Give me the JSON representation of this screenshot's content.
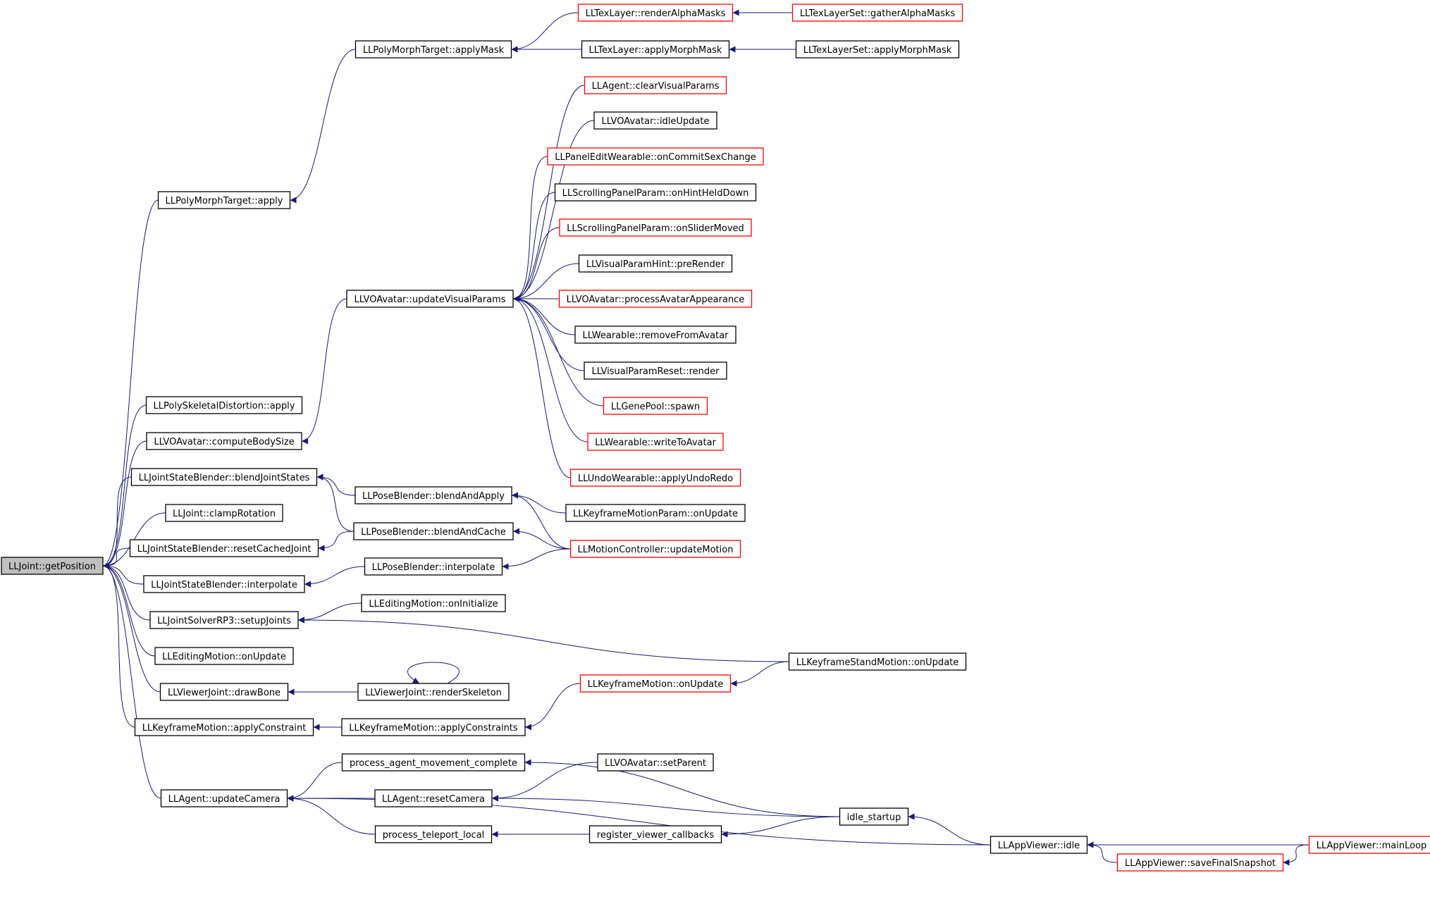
{
  "colors": {
    "edge": "#191970",
    "border_normal": "#000000",
    "border_truncated": "#ff0000",
    "focus_fill": "#c0c0c0",
    "node_fill": "#ffffff"
  },
  "nodes": [
    {
      "id": "getPosition",
      "label": "LLJoint::getPosition",
      "focus": true
    },
    {
      "id": "pmtApply",
      "label": "LLPolyMorphTarget::apply"
    },
    {
      "id": "pmtApplyMask",
      "label": "LLPolyMorphTarget::applyMask"
    },
    {
      "id": "tlRenderAlpha",
      "label": "LLTexLayer::renderAlphaMasks",
      "truncated": true
    },
    {
      "id": "tlsGatherAlpha",
      "label": "LLTexLayerSet::gatherAlphaMasks",
      "truncated": true
    },
    {
      "id": "tlApplyMorph",
      "label": "LLTexLayer::applyMorphMask"
    },
    {
      "id": "tlsApplyMorph",
      "label": "LLTexLayerSet::applyMorphMask"
    },
    {
      "id": "agentClearVP",
      "label": "LLAgent::clearVisualParams",
      "truncated": true
    },
    {
      "id": "voIdle",
      "label": "LLVOAvatar::idleUpdate"
    },
    {
      "id": "pewSex",
      "label": "LLPanelEditWearable::onCommitSexChange",
      "truncated": true
    },
    {
      "id": "spHint",
      "label": "LLScrollingPanelParam::onHintHeldDown"
    },
    {
      "id": "spSlider",
      "label": "LLScrollingPanelParam::onSliderMoved",
      "truncated": true
    },
    {
      "id": "vphPre",
      "label": "LLVisualParamHint::preRender"
    },
    {
      "id": "voUpdateVP",
      "label": "LLVOAvatar::updateVisualParams"
    },
    {
      "id": "voProcAppear",
      "label": "LLVOAvatar::processAvatarAppearance",
      "truncated": true
    },
    {
      "id": "wRemove",
      "label": "LLWearable::removeFromAvatar"
    },
    {
      "id": "vprRender",
      "label": "LLVisualParamReset::render"
    },
    {
      "id": "gpSpawn",
      "label": "LLGenePool::spawn",
      "truncated": true
    },
    {
      "id": "wWrite",
      "label": "LLWearable::writeToAvatar",
      "truncated": true
    },
    {
      "id": "uwUndo",
      "label": "LLUndoWearable::applyUndoRedo",
      "truncated": true
    },
    {
      "id": "psdApply",
      "label": "LLPolySkeletalDistortion::apply"
    },
    {
      "id": "voBodySize",
      "label": "LLVOAvatar::computeBodySize"
    },
    {
      "id": "jsbBlend",
      "label": "LLJointStateBlender::blendJointStates"
    },
    {
      "id": "pbBlendApply",
      "label": "LLPoseBlender::blendAndApply"
    },
    {
      "id": "kmpUpdate",
      "label": "LLKeyframeMotionParam::onUpdate"
    },
    {
      "id": "jClamp",
      "label": "LLJoint::clampRotation"
    },
    {
      "id": "jsbReset",
      "label": "LLJointStateBlender::resetCachedJoint"
    },
    {
      "id": "pbBlendCache",
      "label": "LLPoseBlender::blendAndCache"
    },
    {
      "id": "mcUpdate",
      "label": "LLMotionController::updateMotion",
      "truncated": true
    },
    {
      "id": "jsbInterp",
      "label": "LLJointStateBlender::interpolate"
    },
    {
      "id": "pbInterp",
      "label": "LLPoseBlender::interpolate"
    },
    {
      "id": "emInit",
      "label": "LLEditingMotion::onInitialize"
    },
    {
      "id": "jsSetup",
      "label": "LLJointSolverRP3::setupJoints"
    },
    {
      "id": "ksmUpdate",
      "label": "LLKeyframeStandMotion::onUpdate"
    },
    {
      "id": "emUpdate",
      "label": "LLEditingMotion::onUpdate"
    },
    {
      "id": "vjDraw",
      "label": "LLViewerJoint::drawBone"
    },
    {
      "id": "vjRender",
      "label": "LLViewerJoint::renderSkeleton"
    },
    {
      "id": "kmUpdate",
      "label": "LLKeyframeMotion::onUpdate",
      "truncated": true
    },
    {
      "id": "kmApplyC",
      "label": "LLKeyframeMotion::applyConstraint"
    },
    {
      "id": "kmApplyCs",
      "label": "LLKeyframeMotion::applyConstraints"
    },
    {
      "id": "procAgent",
      "label": "process_agent_movement_complete"
    },
    {
      "id": "voSetParent",
      "label": "LLVOAvatar::setParent"
    },
    {
      "id": "agentUpdCam",
      "label": "LLAgent::updateCamera"
    },
    {
      "id": "agentResetCam",
      "label": "LLAgent::resetCamera"
    },
    {
      "id": "idleStartup",
      "label": "idle_startup"
    },
    {
      "id": "procTeleport",
      "label": "process_teleport_local"
    },
    {
      "id": "regViewer",
      "label": "register_viewer_callbacks"
    },
    {
      "id": "avIdle",
      "label": "LLAppViewer::idle"
    },
    {
      "id": "avMainLoop",
      "label": "LLAppViewer::mainLoop",
      "truncated": true
    },
    {
      "id": "avSnapshot",
      "label": "LLAppViewer::saveFinalSnapshot",
      "truncated": true
    }
  ],
  "edges": [
    [
      "pmtApply",
      "getPosition"
    ],
    [
      "pmtApplyMask",
      "pmtApply"
    ],
    [
      "tlRenderAlpha",
      "pmtApplyMask"
    ],
    [
      "tlsGatherAlpha",
      "tlRenderAlpha"
    ],
    [
      "tlApplyMorph",
      "pmtApplyMask"
    ],
    [
      "tlsApplyMorph",
      "tlApplyMorph"
    ],
    [
      "agentClearVP",
      "voUpdateVP"
    ],
    [
      "voIdle",
      "voUpdateVP"
    ],
    [
      "pewSex",
      "voUpdateVP"
    ],
    [
      "spHint",
      "voUpdateVP"
    ],
    [
      "spSlider",
      "voUpdateVP"
    ],
    [
      "vphPre",
      "voUpdateVP"
    ],
    [
      "voProcAppear",
      "voUpdateVP"
    ],
    [
      "wRemove",
      "voUpdateVP"
    ],
    [
      "vprRender",
      "voUpdateVP"
    ],
    [
      "gpSpawn",
      "voUpdateVP"
    ],
    [
      "wWrite",
      "voUpdateVP"
    ],
    [
      "uwUndo",
      "voUpdateVP"
    ],
    [
      "voUpdateVP",
      "voBodySize"
    ],
    [
      "psdApply",
      "getPosition"
    ],
    [
      "voBodySize",
      "getPosition"
    ],
    [
      "jsbBlend",
      "getPosition"
    ],
    [
      "pbBlendApply",
      "jsbBlend"
    ],
    [
      "pbBlendCache",
      "jsbBlend"
    ],
    [
      "kmpUpdate",
      "pbBlendApply"
    ],
    [
      "mcUpdate",
      "pbBlendApply"
    ],
    [
      "mcUpdate",
      "pbBlendCache"
    ],
    [
      "mcUpdate",
      "pbInterp"
    ],
    [
      "jClamp",
      "getPosition"
    ],
    [
      "jsbReset",
      "getPosition"
    ],
    [
      "pbBlendCache",
      "jsbReset"
    ],
    [
      "jsbInterp",
      "getPosition"
    ],
    [
      "pbInterp",
      "jsbInterp"
    ],
    [
      "jsSetup",
      "getPosition"
    ],
    [
      "emInit",
      "jsSetup"
    ],
    [
      "ksmUpdate",
      "jsSetup"
    ],
    [
      "emUpdate",
      "getPosition"
    ],
    [
      "vjDraw",
      "getPosition"
    ],
    [
      "vjRender",
      "vjDraw"
    ],
    [
      "vjRender",
      "vjRender"
    ],
    [
      "kmApplyC",
      "getPosition"
    ],
    [
      "kmApplyCs",
      "kmApplyC"
    ],
    [
      "kmUpdate",
      "kmApplyCs"
    ],
    [
      "ksmUpdate",
      "kmUpdate"
    ],
    [
      "agentUpdCam",
      "getPosition"
    ],
    [
      "procAgent",
      "agentUpdCam"
    ],
    [
      "idleStartup",
      "procAgent"
    ],
    [
      "agentResetCam",
      "agentUpdCam"
    ],
    [
      "voSetParent",
      "agentResetCam"
    ],
    [
      "idleStartup",
      "agentResetCam"
    ],
    [
      "procTeleport",
      "agentUpdCam"
    ],
    [
      "regViewer",
      "procTeleport"
    ],
    [
      "idleStartup",
      "regViewer"
    ],
    [
      "avIdle",
      "idleStartup"
    ],
    [
      "avIdle",
      "agentUpdCam"
    ],
    [
      "avMainLoop",
      "avIdle"
    ],
    [
      "avSnapshot",
      "avIdle"
    ],
    [
      "avMainLoop",
      "avSnapshot"
    ]
  ]
}
